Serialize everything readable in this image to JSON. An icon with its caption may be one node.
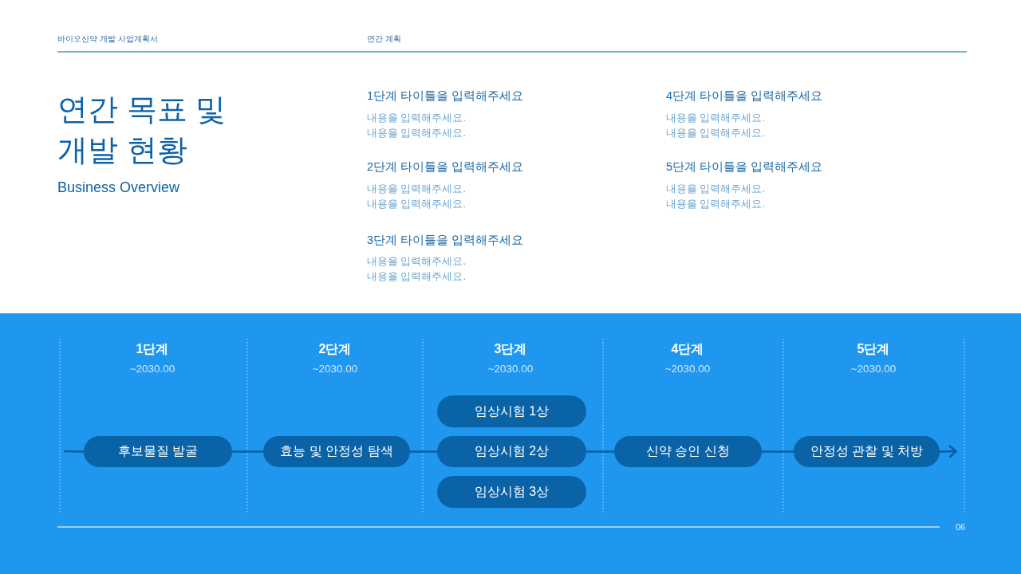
{
  "diagram": {
    "title": "연간 목표 및 개발 현황",
    "nodes": [
      {
        "text": [
          "후보물질 발굴"
        ]
      },
      {
        "text": [
          "효능 및 안정성 탐색"
        ]
      },
      {
        "text": [
          "임상시험 1상"
        ]
      },
      {
        "text": [
          "임상시험 2상"
        ]
      },
      {
        "text": [
          "임상시험 3상"
        ]
      },
      {
        "text": [
          "신약 승인 신청"
        ]
      },
      {
        "text": [
          "안정성 관찰 및 처방"
        ]
      }
    ],
    "edges": [
      {
        "from": null,
        "to": 0,
        "arrow": "none"
      },
      {
        "from": 0,
        "to": 1,
        "arrow": "none"
      },
      {
        "from": 1,
        "to": 3,
        "arrow": "none"
      },
      {
        "from": 3,
        "to": 5,
        "arrow": "none"
      },
      {
        "from": 5,
        "to": 6,
        "arrow": "none"
      },
      {
        "from": 6,
        "to": null,
        "arrow": "to"
      }
    ],
    "labels": [
      "바이오신약 개발 사업계획서",
      "연간 계획",
      "Business Overview",
      "1단계 타이틀을 입력해주세요",
      "내용을 입력해주세요. 내용을 입력해주세요.",
      "2단계 타이틀을 입력해주세요",
      "내용을 입력해주세요. 내용을 입력해주세요.",
      "3단계 타이틀을 입력해주세요",
      "내용을 입력해주세요. 내용을 입력해주세요.",
      "4단계 타이틀을 입력해주세요",
      "내용을 입력해주세요. 내용을 입력해주세요.",
      "5단계 타이틀을 입력해주세요",
      "내용을 입력해주세요. 내용을 입력해주세요.",
      "1단계",
      "~2030.00",
      "2단계",
      "~2030.00",
      "3단계",
      "~2030.00",
      "4단계",
      "~2030.00",
      "5단계",
      "~2030.00",
      "06"
    ]
  }
}
